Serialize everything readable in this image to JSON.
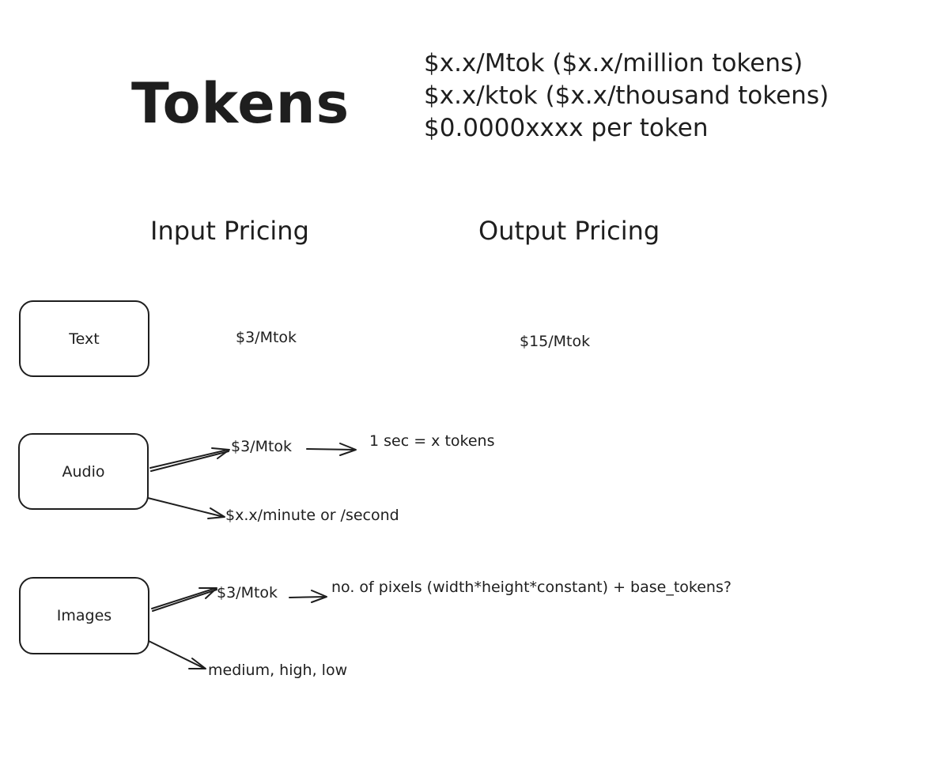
{
  "title": "Tokens",
  "rate_formats": [
    "$x.x/Mtok ($x.x/million tokens)",
    "$x.x/ktok ($x.x/thousand tokens)",
    "$0.0000xxxx per token"
  ],
  "columns": {
    "input": "Input Pricing",
    "output": "Output Pricing"
  },
  "modalities": {
    "text": {
      "label": "Text",
      "input_price": "$3/Mtok",
      "output_price": "$15/Mtok"
    },
    "audio": {
      "label": "Audio",
      "input_price": "$3/Mtok",
      "conversion": "1 sec = x tokens",
      "alt_price": "$x.x/minute or /second"
    },
    "images": {
      "label": "Images",
      "input_price": "$3/Mtok",
      "formula": "no. of pixels (width*height*constant) + base_tokens?",
      "detail_levels": "medium, high, low"
    }
  }
}
